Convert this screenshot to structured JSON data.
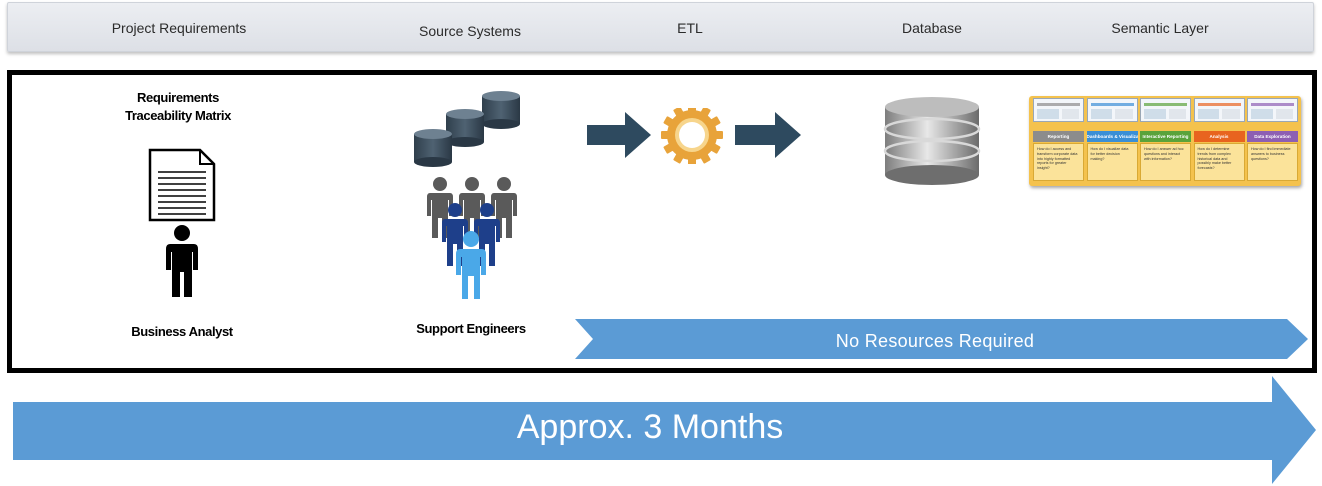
{
  "header": {
    "stages": [
      {
        "label": "Project Requirements"
      },
      {
        "label": "Source Systems"
      },
      {
        "label": "ETL"
      },
      {
        "label": "Database"
      },
      {
        "label": "Semantic Layer"
      }
    ]
  },
  "requirements": {
    "doc_label": "Requirements Traceability Matrix",
    "person_label": "Business Analyst"
  },
  "sources": {
    "people_label": "Support Engineers"
  },
  "semantic_layer": {
    "cards": [
      {
        "title": "Reporting",
        "color": "#8c8c8c",
        "text": "How do I access and transform corporate data into highly formatted reports for greater insight?"
      },
      {
        "title": "Dashboards & Visualization",
        "color": "#3a8fd6",
        "text": "How do I visualize data for better decision making?"
      },
      {
        "title": "Interactive Reporting",
        "color": "#5aa33b",
        "text": "How do I answer ad hoc questions and interact with information?"
      },
      {
        "title": "Analysis",
        "color": "#e8641f",
        "text": "How do I determine trends from complex historical data and possibly make better forecasts?"
      },
      {
        "title": "Data Exploration",
        "color": "#8d5fb3",
        "text": "How do I find immediate answers to business questions?"
      }
    ]
  },
  "banner": {
    "label": "No Resources Required",
    "color": "#5b9bd5"
  },
  "timeline": {
    "label": "Approx. 3 Months",
    "color": "#5b9bd5"
  },
  "colors": {
    "arrow": "#2e4a5f",
    "gear": "#e8a33a",
    "frame": "#000000"
  }
}
